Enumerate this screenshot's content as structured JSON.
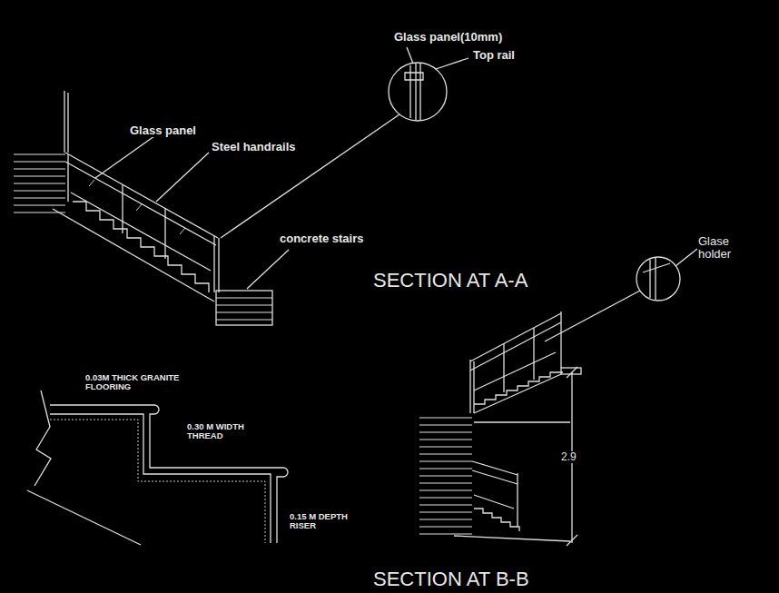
{
  "diagram": {
    "labels": [
      "Glass panel(10mm)",
      "Top rail",
      "Glass panel",
      "Steel handrails",
      "concrete stairs",
      "SECTION AT A-A",
      "Glase holder",
      "0.03M THICK GRANITE FLOORING",
      "0.30 M WIDTH THREAD",
      "0.15 M DEPTH RISER",
      "2.9",
      "SECTION AT B-B"
    ]
  }
}
